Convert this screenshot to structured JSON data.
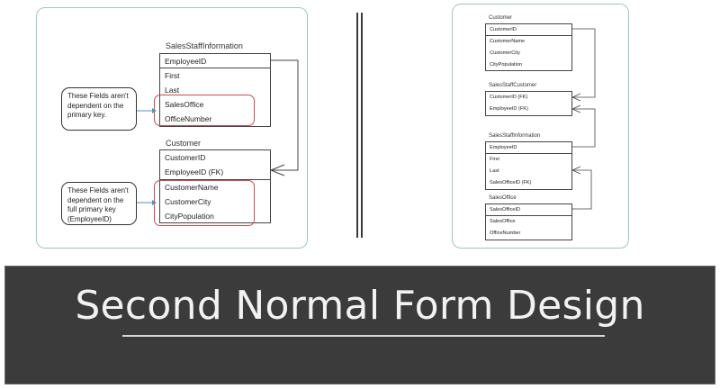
{
  "slide": {
    "title": "Second Normal Form Design"
  },
  "left_diagram": {
    "sales_staff": {
      "title": "SalesStaffInformation",
      "rows": [
        "EmployeeID",
        "First",
        "Last",
        "SalesOffice",
        "OfficeNumber"
      ]
    },
    "customer": {
      "title": "Customer",
      "rows": [
        "CustomerID",
        "EmployeeID (FK)",
        "CustomerName",
        "CustomerCity",
        "CityPopulation"
      ]
    },
    "callout_top": "These Fields aren't dependent on the primary key.",
    "callout_bottom": "These Fields aren't dependent on the full primary key (EmployeeID)"
  },
  "right_diagram": {
    "customer": {
      "title": "Customer",
      "rows": [
        "CustomerID",
        "CustomerName",
        "CustomerCity",
        "CityPopulation"
      ]
    },
    "sales_staff_customer": {
      "title": "SalesStaffCustomer",
      "rows": [
        "CustomerID (FK)",
        "EmployeeID (FK)"
      ]
    },
    "sales_staff": {
      "title": "SalesStaffInformation",
      "rows": [
        "EmployeeID",
        "First",
        "Last",
        "SalesOfficeID (FK)"
      ]
    },
    "sales_office": {
      "title": "SalesOffice",
      "rows": [
        "SalesOfficeID",
        "SalesOffice",
        "OfficeNumber"
      ]
    }
  },
  "colors": {
    "panel_border": "#9fc7bf",
    "highlight": "#d04a4a",
    "arrow": "#5b8fb5",
    "banner": "#3b3b3b"
  }
}
